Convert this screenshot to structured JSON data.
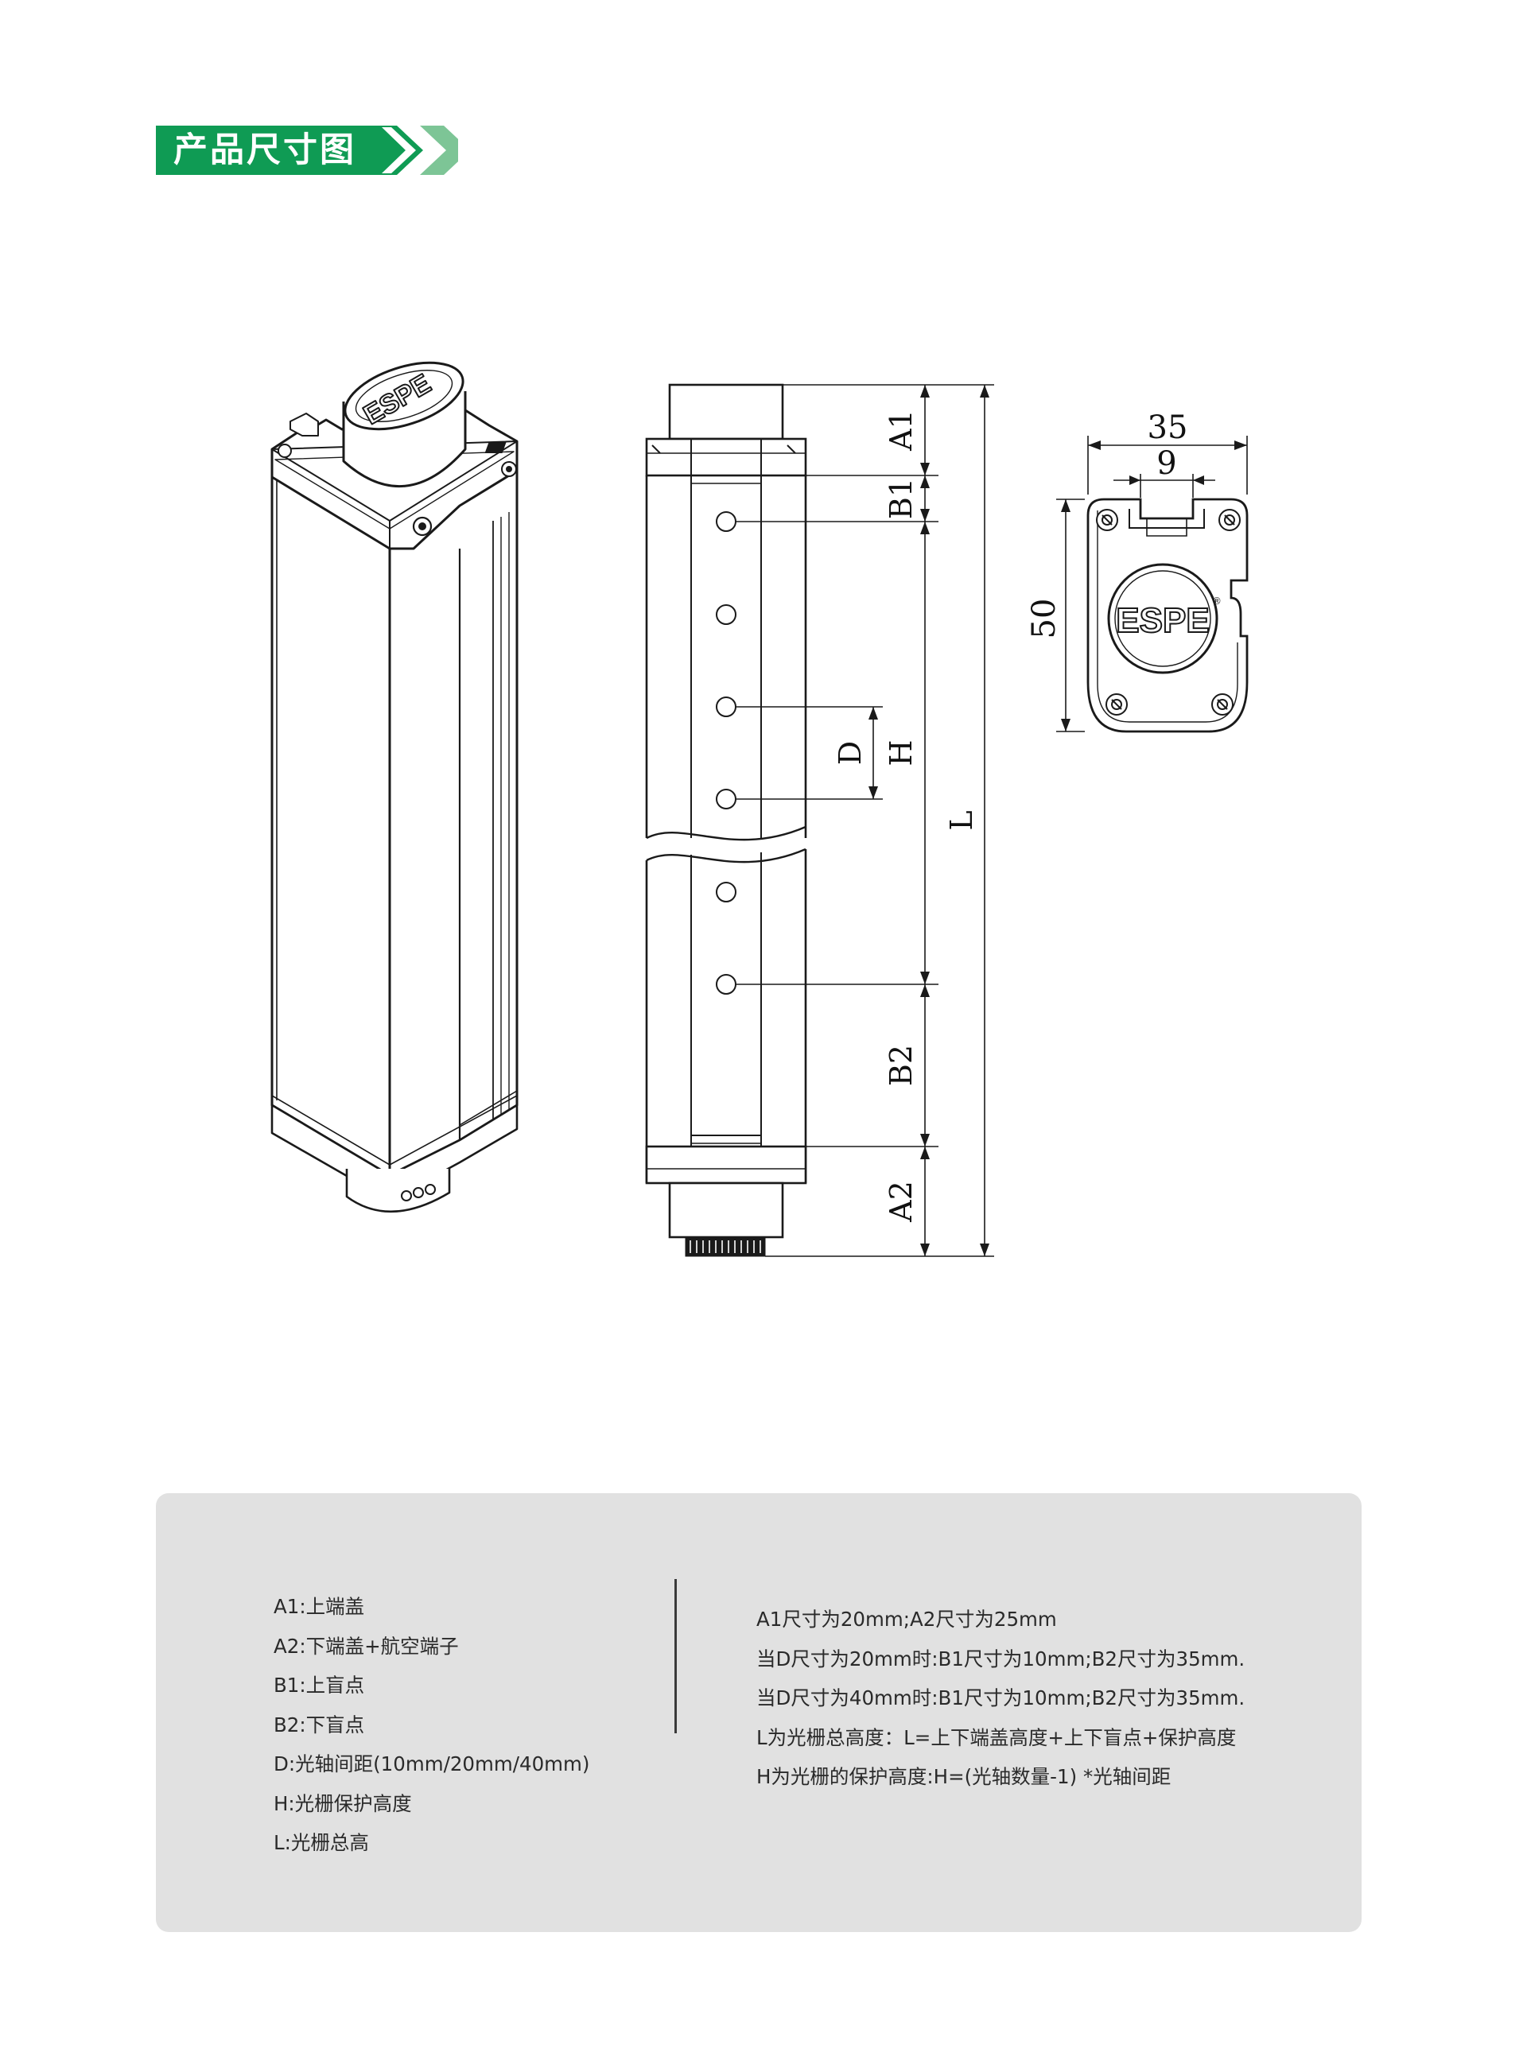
{
  "header": {
    "title": "产品尺寸图",
    "accent_color": "#0f9b54",
    "accent_light": "#7dc596"
  },
  "drawing": {
    "logo": "ESPE",
    "dimensions": {
      "A1": "A1",
      "B1": "B1",
      "H": "H",
      "D": "D",
      "L": "L",
      "B2": "B2",
      "A2": "A2",
      "width": "35",
      "slot": "9",
      "depth": "50"
    }
  },
  "legend": {
    "left": [
      "A1:上端盖",
      "A2:下端盖+航空端子",
      "B1:上盲点",
      "B2:下盲点",
      "D:光轴间距(10mm/20mm/40mm)",
      "H:光栅保护高度",
      "L:光栅总高"
    ],
    "right": [
      "A1尺寸为20mm;A2尺寸为25mm",
      "当D尺寸为20mm时:B1尺寸为10mm;B2尺寸为35mm.",
      "当D尺寸为40mm时:B1尺寸为10mm;B2尺寸为35mm.",
      "L为光栅总高度：L=上下端盖高度+上下盲点+保护高度",
      "H为光栅的保护高度:H=(光轴数量-1) *光轴间距"
    ]
  }
}
